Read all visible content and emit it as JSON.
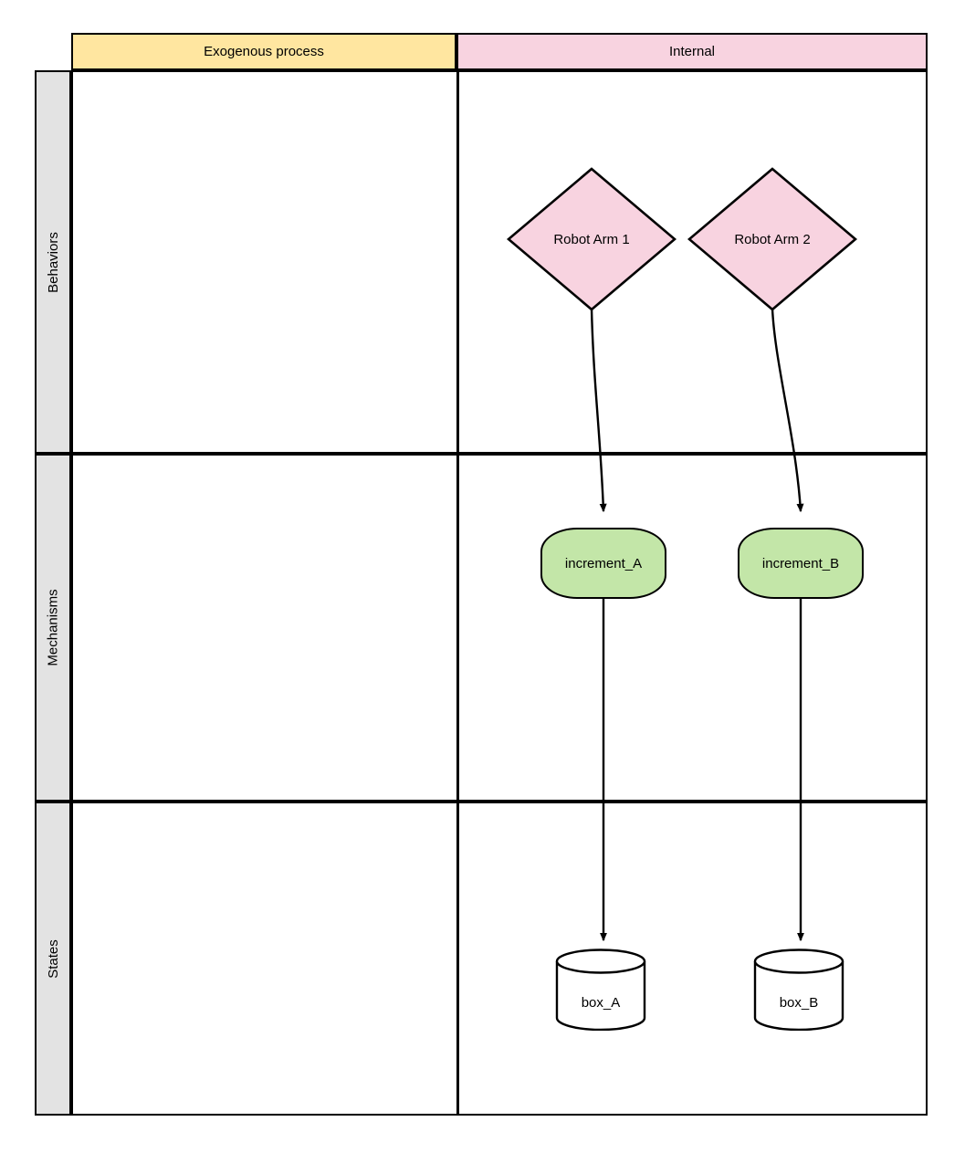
{
  "diagram": {
    "type": "swimlane",
    "title": "",
    "columns": [
      {
        "id": "exogenous",
        "label": "Exogenous process",
        "color": "#ffe6a0"
      },
      {
        "id": "internal",
        "label": "Internal",
        "color": "#f8d3e0"
      }
    ],
    "rows": [
      {
        "id": "behaviors",
        "label": "Behaviors",
        "color": "#e3e3e3"
      },
      {
        "id": "mechanisms",
        "label": "Mechanisms",
        "color": "#e3e3e3"
      },
      {
        "id": "states",
        "label": "States",
        "color": "#e3e3e3"
      }
    ],
    "nodes": [
      {
        "id": "robot_arm_1",
        "label": "Robot Arm 1",
        "shape": "diamond",
        "row": "behaviors",
        "column": "internal",
        "fill": "#f8d3e0",
        "stroke": "#000000"
      },
      {
        "id": "robot_arm_2",
        "label": "Robot Arm 2",
        "shape": "diamond",
        "row": "behaviors",
        "column": "internal",
        "fill": "#f8d3e0",
        "stroke": "#000000"
      },
      {
        "id": "increment_a",
        "label": "increment_A",
        "shape": "rounded-rectangle",
        "row": "mechanisms",
        "column": "internal",
        "fill": "#c3e6a8",
        "stroke": "#000000"
      },
      {
        "id": "increment_b",
        "label": "increment_B",
        "shape": "rounded-rectangle",
        "row": "mechanisms",
        "column": "internal",
        "fill": "#c3e6a8",
        "stroke": "#000000"
      },
      {
        "id": "box_a",
        "label": "box_A",
        "shape": "cylinder",
        "row": "states",
        "column": "internal",
        "fill": "#ffffff",
        "stroke": "#000000"
      },
      {
        "id": "box_b",
        "label": "box_B",
        "shape": "cylinder",
        "row": "states",
        "column": "internal",
        "fill": "#ffffff",
        "stroke": "#000000"
      }
    ],
    "edges": [
      {
        "from": "robot_arm_1",
        "to": "increment_a",
        "style": "curved",
        "arrowhead": "filled-triangle"
      },
      {
        "from": "robot_arm_2",
        "to": "increment_b",
        "style": "curved",
        "arrowhead": "filled-triangle"
      },
      {
        "from": "increment_a",
        "to": "box_a",
        "style": "straight",
        "arrowhead": "filled-triangle"
      },
      {
        "from": "increment_b",
        "to": "box_b",
        "style": "straight",
        "arrowhead": "filled-triangle"
      }
    ]
  }
}
